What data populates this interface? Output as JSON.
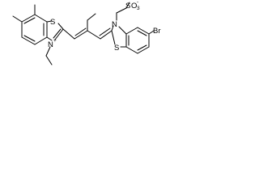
{
  "molecule": {
    "atoms": {
      "nitrogen_cation": "N",
      "nitrogen_cation_charge": "+",
      "sulfur_left_ring": "S",
      "nitrogen_right": "N",
      "sulfur_right_ring": "S",
      "bromine": "Br",
      "sulfonate_sulfur": "S",
      "sulfonate_oxygen_top": "O",
      "sulfonate_oxygen_charge": "-",
      "sulfonate_oxygen_bottom": "O",
      "sulfonate_subscript": "3"
    }
  }
}
